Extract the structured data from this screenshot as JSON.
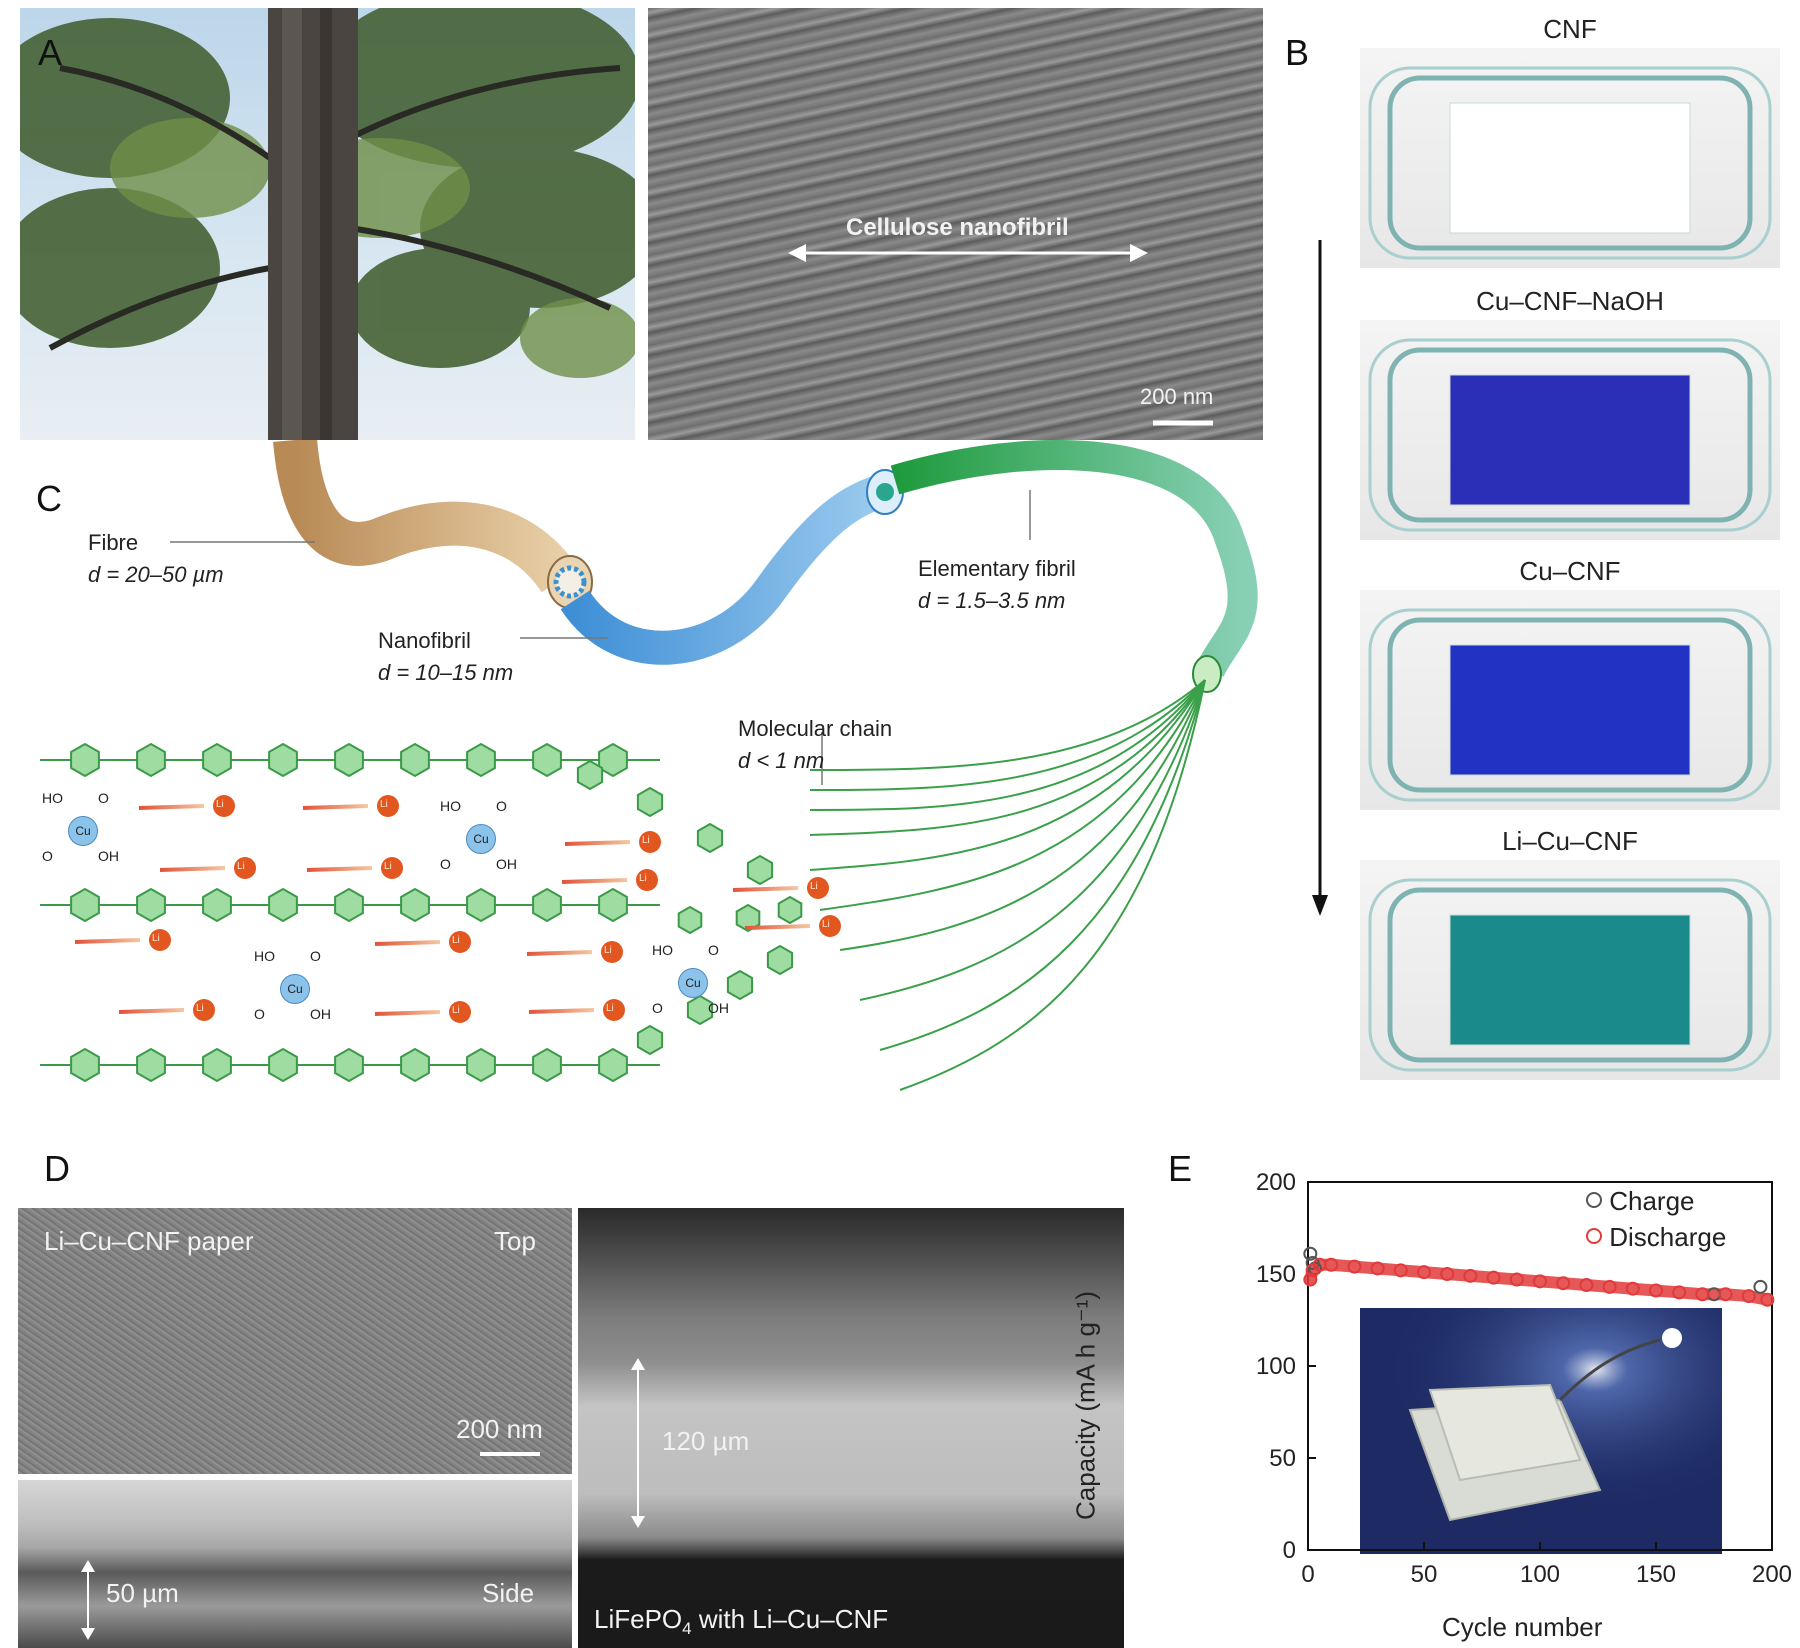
{
  "panels": {
    "a": "A",
    "b": "B",
    "c": "C",
    "d": "D",
    "e": "E"
  },
  "panelA": {
    "sem_label": "Cellulose nanofibril",
    "sem_scale": "200 nm"
  },
  "panelB": {
    "dishes": [
      {
        "title": "CNF",
        "sheet_color": "#ffffff"
      },
      {
        "title": "Cu–CNF–NaOH",
        "sheet_color": "#2b2fb8"
      },
      {
        "title": "Cu–CNF",
        "sheet_color": "#2233c4"
      },
      {
        "title": "Li–Cu–CNF",
        "sheet_color": "#1a8a8a"
      }
    ]
  },
  "panelC": {
    "fibre_name": "Fibre",
    "fibre_d": "d = 20–50 µm",
    "nanofibril_name": "Nanofibril",
    "nanofibril_d": "d = 10–15 nm",
    "elementary_name": "Elementary fibril",
    "elementary_d": "d = 1.5–3.5 nm",
    "chain_name": "Molecular chain",
    "chain_d": "d < 1 nm",
    "cu": "Cu",
    "li": "Li",
    "ho": "HO",
    "oh": "OH",
    "o": "O"
  },
  "panelD": {
    "top_left": "Li–Cu–CNF paper",
    "top_right": "Top",
    "top_scale": "200 nm",
    "side_thickness": "50 µm",
    "side_label": "Side",
    "cross_thickness": "120 µm",
    "cross_label": "LiFePO",
    "cross_label_sub": "4",
    "cross_label_rest": " with Li–Cu–CNF"
  },
  "chart_data": {
    "type": "scatter",
    "title": "",
    "xlabel": "Cycle number",
    "ylabel": "Capacity (mA h g⁻¹)",
    "xlim": [
      0,
      200
    ],
    "ylim": [
      0,
      200
    ],
    "xticks": [
      0,
      50,
      100,
      150,
      200
    ],
    "yticks": [
      0,
      50,
      100,
      150,
      200
    ],
    "legend_position": "top-right",
    "series": [
      {
        "name": "Charge",
        "marker": "open-circle",
        "color": "#555555",
        "x": [
          1,
          2,
          3,
          175,
          195
        ],
        "y": [
          161,
          156,
          153,
          139,
          143
        ]
      },
      {
        "name": "Discharge",
        "marker": "open-circle",
        "color": "#e23a3a",
        "x": [
          1,
          2,
          5,
          10,
          20,
          30,
          40,
          50,
          60,
          70,
          80,
          90,
          100,
          110,
          120,
          130,
          140,
          150,
          160,
          170,
          180,
          190,
          198
        ],
        "y": [
          147,
          152,
          155,
          155,
          154,
          153,
          152,
          151,
          150,
          149,
          148,
          147,
          146,
          145,
          144,
          143,
          142,
          141,
          140,
          139,
          139,
          138,
          136
        ]
      }
    ]
  }
}
